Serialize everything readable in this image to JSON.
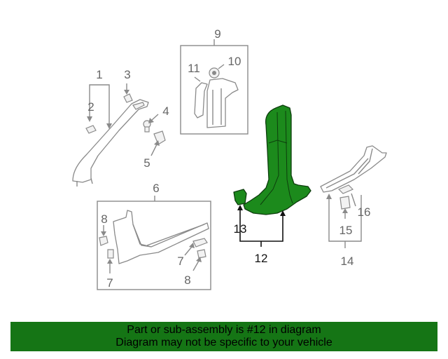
{
  "labels": {
    "n1": "1",
    "n2": "2",
    "n3": "3",
    "n4": "4",
    "n5": "5",
    "n6": "6",
    "n7a": "7",
    "n7b": "7",
    "n8a": "8",
    "n8b": "8",
    "n9": "9",
    "n10": "10",
    "n11": "11",
    "n12": "12",
    "n13": "13",
    "n14": "14",
    "n15": "15",
    "n16": "16"
  },
  "banner": {
    "line1": "Part or sub-assembly is #12 in diagram",
    "line2": "Diagram may not be specific to your vehicle"
  },
  "colors": {
    "highlight": "#1c8a1c",
    "banner": "#157515",
    "line": "#8a8a8a"
  }
}
